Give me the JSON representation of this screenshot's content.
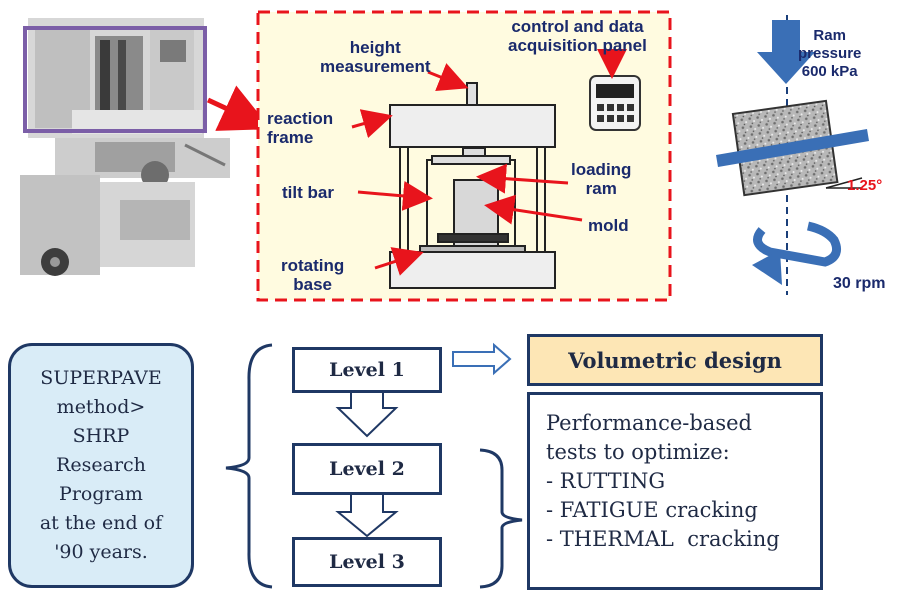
{
  "labels": {
    "height_measurement": "height\nmeasurement",
    "control_panel": "control and data\nacquisition panel",
    "reaction_frame": "reaction\nframe",
    "tilt_bar": "tilt bar",
    "rotating_base": "rotating\nbase",
    "loading_ram": "loading\nram",
    "mold": "mold",
    "ram_pressure": "Ram\npressure\n600 kPa",
    "angle": "1.25°",
    "speed": "30 rpm"
  },
  "flow": {
    "method_box": "SUPERPAVE\nmethod>\nSHRP\nResearch\nProgram\nat the end of\n'90 years.",
    "level1": "Level 1",
    "level2": "Level 2",
    "level3": "Level 3",
    "volumetric": "Volumetric design",
    "performance_title": "Performance-based\ntests to optimize:",
    "performance_items": [
      "- RUTTING",
      "- FATIGUE cracking",
      "- THERMAL  cracking"
    ]
  },
  "colors": {
    "navy": "#1a2a6c",
    "red_arrow": "#e8141c",
    "dashed_border": "#e8141c",
    "panel_fill": "#fffbe0",
    "purple_frame": "#7b5ea7",
    "volumetric_fill": "#fde6b5",
    "method_fill": "#d9ecf7",
    "blue_arrow": "#3a6fb6"
  }
}
